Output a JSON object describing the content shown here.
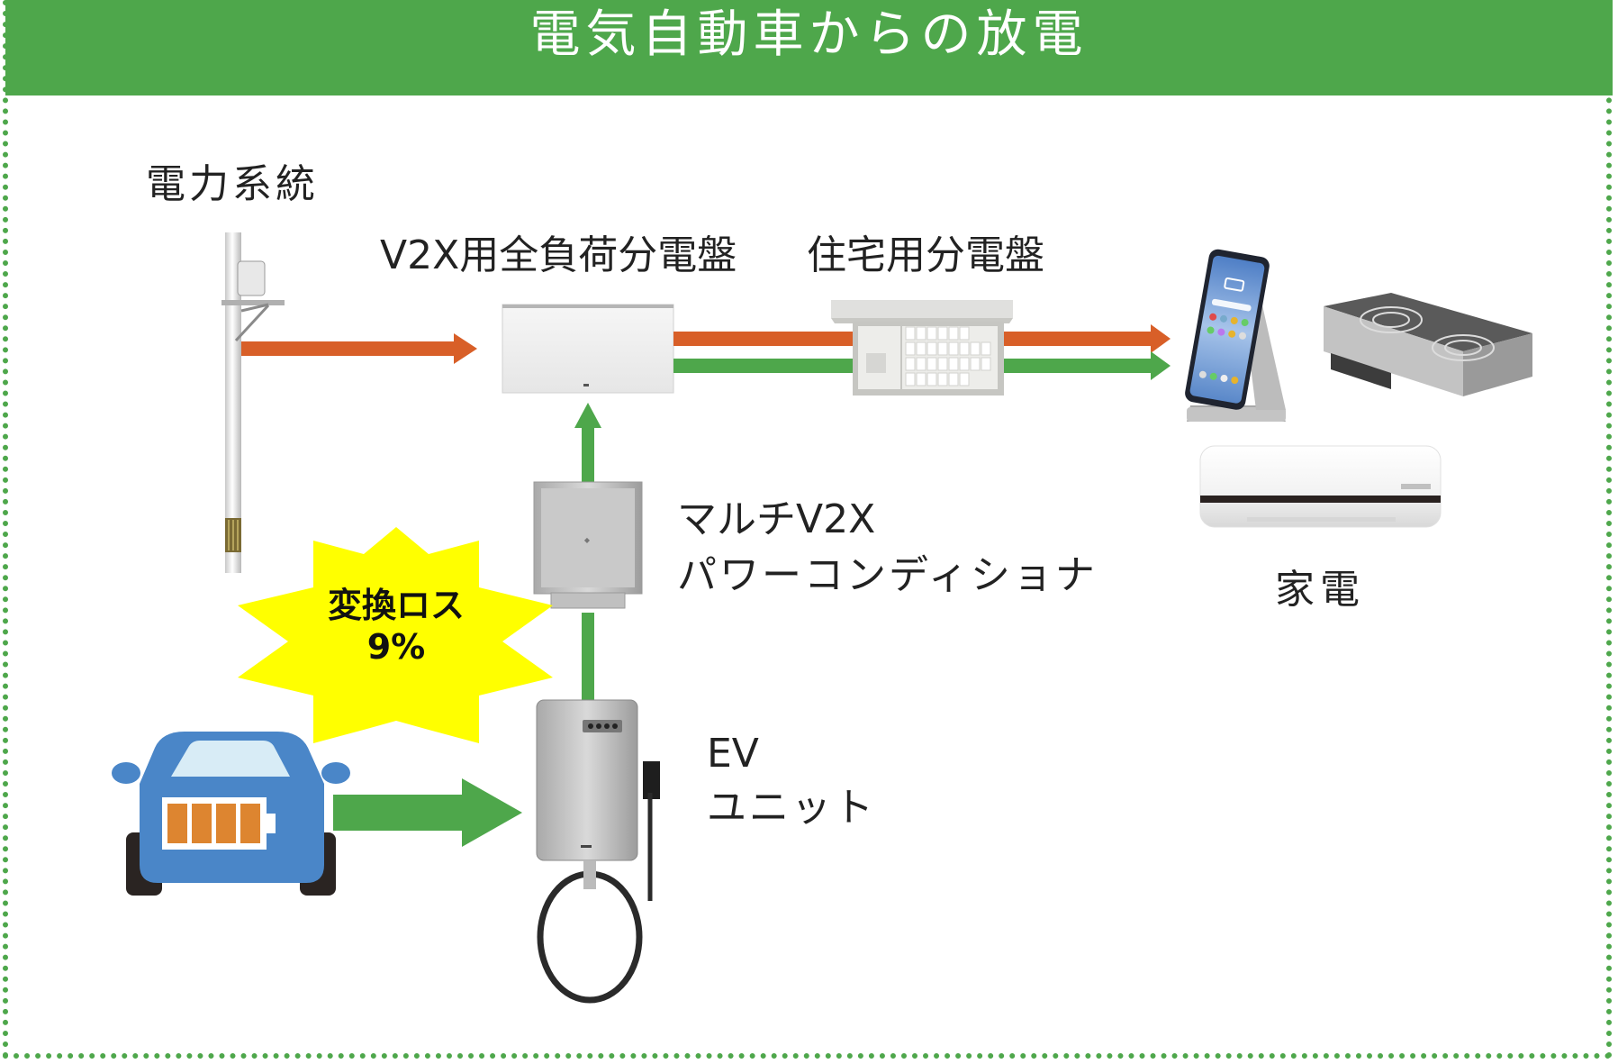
{
  "header": {
    "title": "電気自動車からの放電"
  },
  "labels": {
    "grid": "電力系統",
    "v2x_panel": "V2X用全負荷分電盤",
    "home_panel": "住宅用分電盤",
    "appliances": "家電",
    "power_conditioner_line1": "マルチV2X",
    "power_conditioner_line2": "パワーコンディショナ",
    "ev_unit_line1": "EV",
    "ev_unit_line2": "ユニット"
  },
  "loss_badge": {
    "line1": "変換ロス",
    "line2": "9%"
  },
  "colors": {
    "header": "#4ea74b",
    "grid_flow": "#d85f28",
    "ev_flow": "#4ea74b",
    "badge": "#ffff00",
    "car_body": "#4a86c8",
    "battery_cells": "#dd8530"
  }
}
